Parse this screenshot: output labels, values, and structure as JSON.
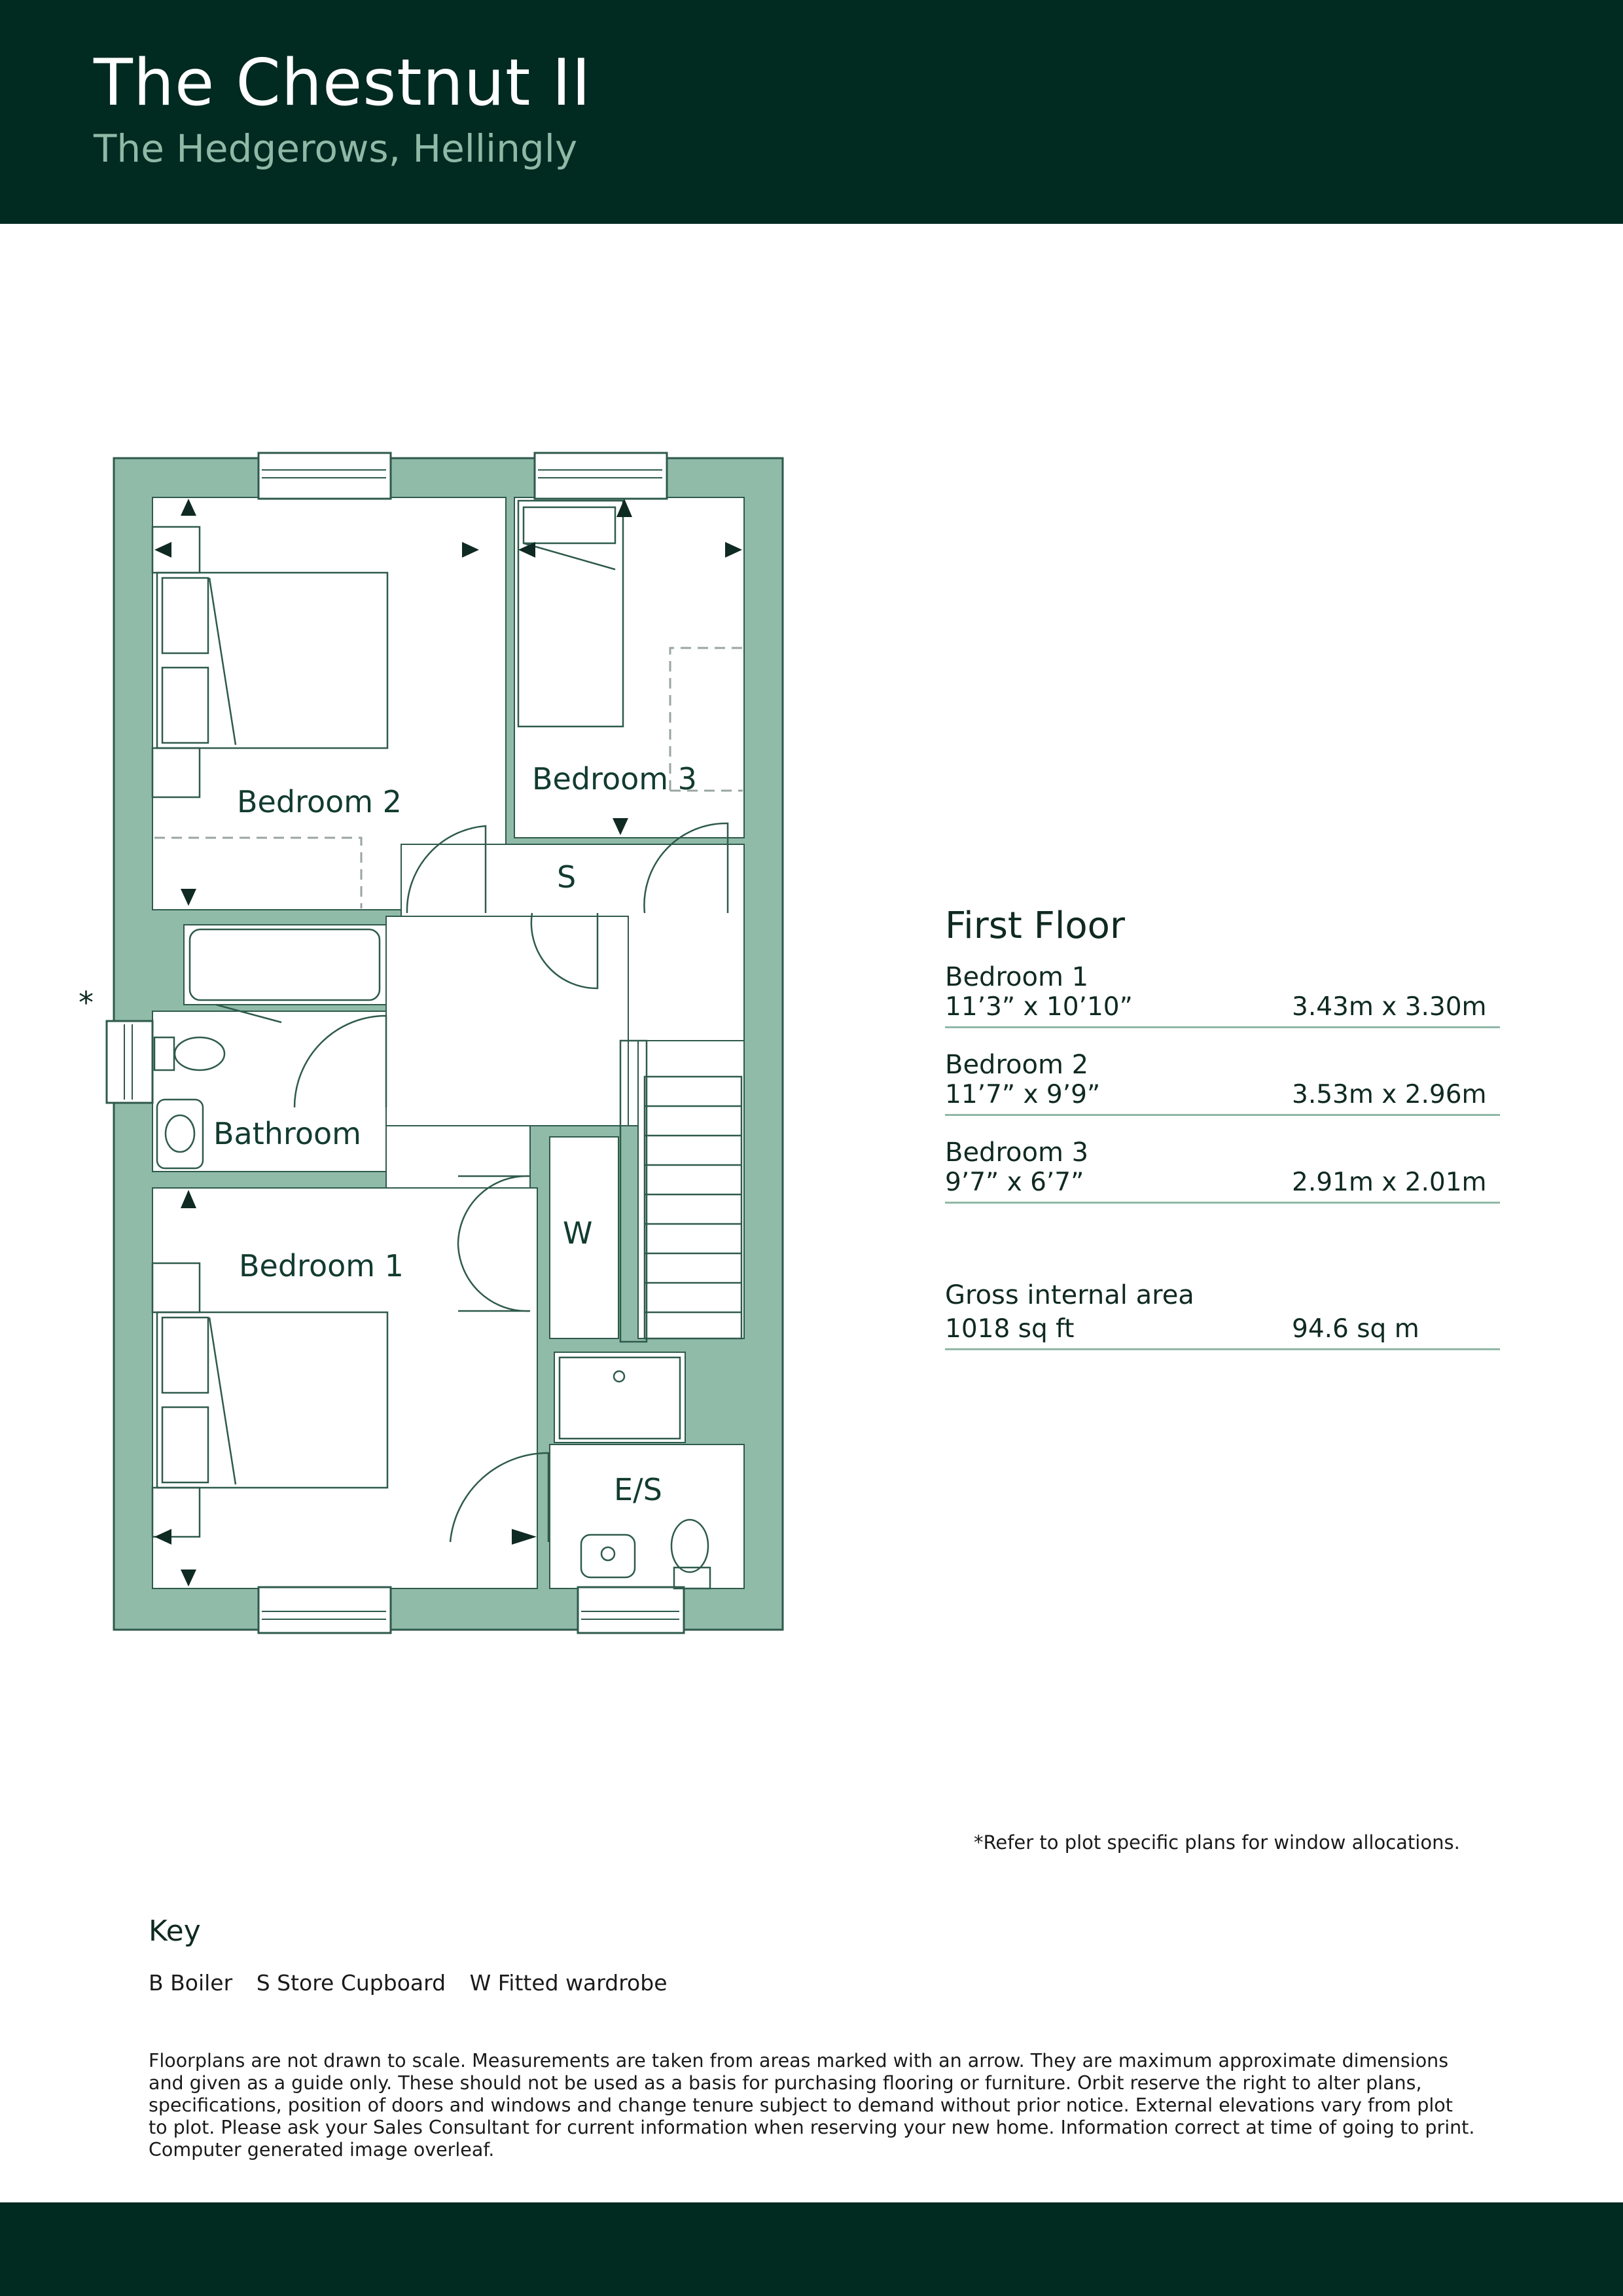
{
  "header": {
    "title": "The Chestnut II",
    "subtitle": "The Hedgerows, Hellingly"
  },
  "plan": {
    "rooms": {
      "bedroom1": "Bedroom 1",
      "bedroom2": "Bedroom 2",
      "bedroom3": "Bedroom 3",
      "bathroom": "Bathroom",
      "store": "S",
      "wardrobe": "W",
      "ensuite": "E/S"
    },
    "window_marker": "*"
  },
  "spec": {
    "heading": "First Floor",
    "rooms": [
      {
        "name": "Bedroom 1",
        "imperial": "11’3” x 10’10”",
        "metric": "3.43m x 3.30m"
      },
      {
        "name": "Bedroom 2",
        "imperial": "11’7” x 9’9”",
        "metric": "3.53m x 2.96m"
      },
      {
        "name": "Bedroom 3",
        "imperial": "9’7” x 6’7”",
        "metric": "2.91m x 2.01m"
      }
    ],
    "gia": {
      "label": "Gross internal area",
      "imperial": "1018 sq ft",
      "metric": "94.6 sq m"
    }
  },
  "note": "*Refer to plot specific plans for window allocations.",
  "key": {
    "title": "Key",
    "items": [
      {
        "letter": "B",
        "label": "Boiler"
      },
      {
        "letter": "S",
        "label": "Store Cupboard"
      },
      {
        "letter": "W",
        "label": "Fitted wardrobe"
      }
    ]
  },
  "disclaimer": "Floorplans are not drawn to scale. Measurements are taken from areas marked with an arrow. They are maximum approximate dimensions and given as a guide only. These should not be used as a basis for purchasing flooring or furniture. Orbit reserve the right to alter plans, specifications, position of doors and windows and change tenure subject to demand without prior notice. External elevations vary from plot to plot. Please ask your Sales Consultant for current information when reserving your new home. Information correct at time of going to print. Computer generated image overleaf.",
  "colors": {
    "brand_dark": "#012a21",
    "wall_green": "#91bba9",
    "subtitle_green": "#8fb8a6"
  }
}
